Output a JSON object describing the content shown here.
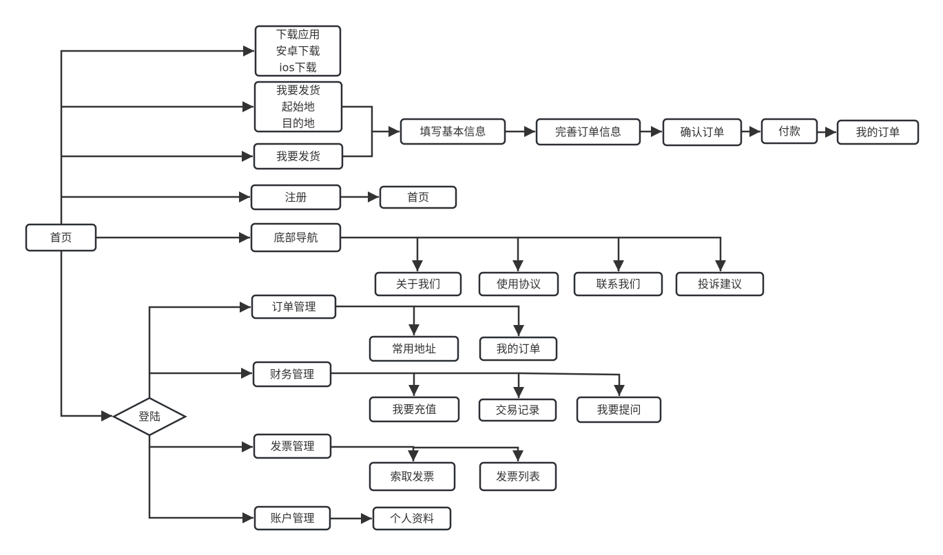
{
  "diagram": {
    "title": "",
    "colors": {
      "stroke": "#2b2f33",
      "edge": "#333333",
      "text": "#333333",
      "fill": "#ffffff"
    },
    "nodes": [
      {
        "id": "home",
        "shape": "rect",
        "lines": [
          "首页"
        ]
      },
      {
        "id": "download",
        "shape": "rect",
        "lines": [
          "下载应用",
          "安卓下载",
          "ios下载"
        ]
      },
      {
        "id": "ship1",
        "shape": "rect",
        "lines": [
          "我要发货",
          "起始地",
          "目的地"
        ]
      },
      {
        "id": "ship2",
        "shape": "rect",
        "lines": [
          "我要发货"
        ]
      },
      {
        "id": "fill_info",
        "shape": "rect",
        "lines": [
          "填写基本信息"
        ]
      },
      {
        "id": "complete_order",
        "shape": "rect",
        "lines": [
          "完善订单信息"
        ]
      },
      {
        "id": "confirm_order",
        "shape": "rect",
        "lines": [
          "确认订单"
        ]
      },
      {
        "id": "pay",
        "shape": "rect",
        "lines": [
          "付款"
        ]
      },
      {
        "id": "my_orders_top",
        "shape": "rect",
        "lines": [
          "我的订单"
        ]
      },
      {
        "id": "register",
        "shape": "rect",
        "lines": [
          "注册"
        ]
      },
      {
        "id": "home2",
        "shape": "rect",
        "lines": [
          "首页"
        ]
      },
      {
        "id": "footer_nav",
        "shape": "rect",
        "lines": [
          "底部导航"
        ]
      },
      {
        "id": "about",
        "shape": "rect",
        "lines": [
          "关于我们"
        ]
      },
      {
        "id": "terms",
        "shape": "rect",
        "lines": [
          "使用协议"
        ]
      },
      {
        "id": "contact",
        "shape": "rect",
        "lines": [
          "联系我们"
        ]
      },
      {
        "id": "complaint",
        "shape": "rect",
        "lines": [
          "投诉建议"
        ]
      },
      {
        "id": "login",
        "shape": "diamond",
        "lines": [
          "登陆"
        ]
      },
      {
        "id": "order_mgmt",
        "shape": "rect",
        "lines": [
          "订单管理"
        ]
      },
      {
        "id": "addresses",
        "shape": "rect",
        "lines": [
          "常用地址"
        ]
      },
      {
        "id": "my_orders",
        "shape": "rect",
        "lines": [
          "我的订单"
        ]
      },
      {
        "id": "finance_mgmt",
        "shape": "rect",
        "lines": [
          "财务管理"
        ]
      },
      {
        "id": "recharge",
        "shape": "rect",
        "lines": [
          "我要充值"
        ]
      },
      {
        "id": "transactions",
        "shape": "rect",
        "lines": [
          "交易记录"
        ]
      },
      {
        "id": "withdraw",
        "shape": "rect",
        "lines": [
          "我要提问"
        ]
      },
      {
        "id": "invoice_mgmt",
        "shape": "rect",
        "lines": [
          "发票管理"
        ]
      },
      {
        "id": "request_invoice",
        "shape": "rect",
        "lines": [
          "索取发票"
        ]
      },
      {
        "id": "invoice_list",
        "shape": "rect",
        "lines": [
          "发票列表"
        ]
      },
      {
        "id": "account_mgmt",
        "shape": "rect",
        "lines": [
          "账户管理"
        ]
      },
      {
        "id": "profile",
        "shape": "rect",
        "lines": [
          "个人资料"
        ]
      }
    ],
    "edges": [
      {
        "from": "home",
        "to": "download"
      },
      {
        "from": "home",
        "to": "ship1"
      },
      {
        "from": "home",
        "to": "ship2"
      },
      {
        "from": "home",
        "to": "register"
      },
      {
        "from": "home",
        "to": "footer_nav"
      },
      {
        "from": "home",
        "to": "login"
      },
      {
        "from": "ship1",
        "to": "fill_info"
      },
      {
        "from": "ship2",
        "to": "fill_info"
      },
      {
        "from": "fill_info",
        "to": "complete_order"
      },
      {
        "from": "complete_order",
        "to": "confirm_order"
      },
      {
        "from": "confirm_order",
        "to": "pay"
      },
      {
        "from": "pay",
        "to": "my_orders_top"
      },
      {
        "from": "register",
        "to": "home2"
      },
      {
        "from": "footer_nav",
        "to": "about"
      },
      {
        "from": "footer_nav",
        "to": "terms"
      },
      {
        "from": "footer_nav",
        "to": "contact"
      },
      {
        "from": "footer_nav",
        "to": "complaint"
      },
      {
        "from": "login",
        "to": "order_mgmt"
      },
      {
        "from": "login",
        "to": "finance_mgmt"
      },
      {
        "from": "login",
        "to": "invoice_mgmt"
      },
      {
        "from": "login",
        "to": "account_mgmt"
      },
      {
        "from": "order_mgmt",
        "to": "addresses"
      },
      {
        "from": "order_mgmt",
        "to": "my_orders"
      },
      {
        "from": "finance_mgmt",
        "to": "recharge"
      },
      {
        "from": "finance_mgmt",
        "to": "transactions"
      },
      {
        "from": "finance_mgmt",
        "to": "withdraw"
      },
      {
        "from": "invoice_mgmt",
        "to": "request_invoice"
      },
      {
        "from": "invoice_mgmt",
        "to": "invoice_list"
      },
      {
        "from": "account_mgmt",
        "to": "profile"
      }
    ]
  }
}
